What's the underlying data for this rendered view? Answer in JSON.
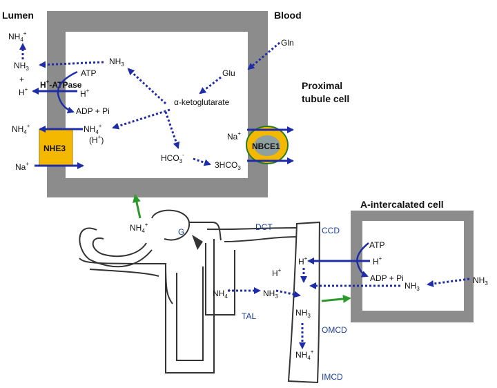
{
  "labels": {
    "lumen": "Lumen",
    "blood": "Blood",
    "proximal_line1": "Proximal",
    "proximal_line2": "tubule cell",
    "aic": "A-intercalated cell",
    "nh3_lumen": "NH",
    "nh4_lumen_top": "NH",
    "plus": "+",
    "h_lumen": "H",
    "atp": "ATP",
    "h_atpase": "H",
    "h_atpase_rest": "-ATPase",
    "h_cell": "H",
    "adp": "ADP + Pi",
    "nh4_lumen_mid": "NH",
    "nhe3": "NHE3",
    "na_lumen": "Na",
    "nh3_cell": "NH",
    "gln": "Gln",
    "glu": "Glu",
    "aketo": "α-ketoglutarate",
    "nh4_cell": "NH",
    "h_paren": "(H",
    "hco3": "HCO",
    "hco3_3": "3HCO",
    "na_blood": "Na",
    "nbce1": "NBCE1",
    "nh4_g": "NH",
    "g": "G",
    "dct": "DCT",
    "ccd": "CCD",
    "h_tubule": "H",
    "h_ccd": "H",
    "nh4_tal": "NH",
    "nh3_tal": "NH",
    "nh3_omcd": "NH",
    "tal": "TAL",
    "omcd": "OMCD",
    "nh4_imcd": "NH",
    "imcd": "IMCD",
    "atp2": "ATP",
    "h_aic": "H",
    "adp2": "ADP + Pi",
    "nh3_aic": "NH",
    "nh3_blood2": "NH",
    "sub3": "3",
    "sub4": "4",
    "sup_plus": "+",
    "sup_minus": "-"
  },
  "colors": {
    "wall": "#8c8c8c",
    "arrow": "#1f2ca8",
    "green": "#2a9a2a",
    "transporter": "#f5b800",
    "nbce_inner": "#8fa0a0",
    "tubule": "#333333"
  }
}
